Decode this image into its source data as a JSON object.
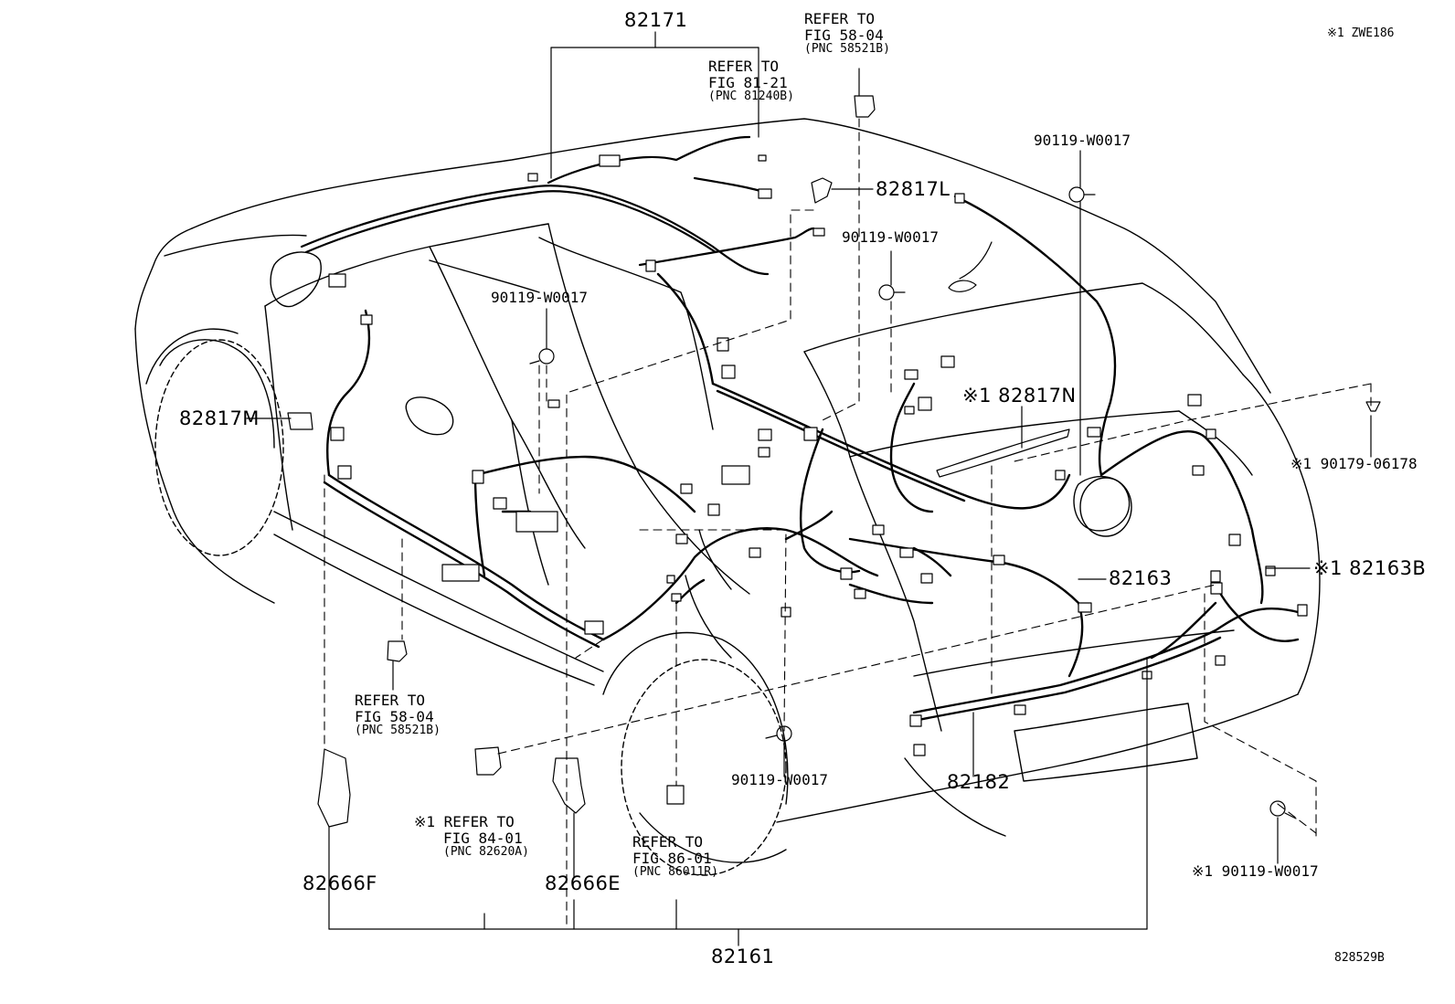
{
  "header": {
    "note_tr": "※1 ZWE186",
    "figure_id": "828529B"
  },
  "parts": {
    "p82171": "82171",
    "p82817L": "82817L",
    "p82817M": "82817M",
    "p82817N": "※1 82817N",
    "p90179": "※1 90179-06178",
    "p82163B": "※1 82163B",
    "p82163": "82163",
    "p82182": "82182",
    "p82666F": "82666F",
    "p82666E": "82666E",
    "p82161": "82161",
    "bolt_left": "90119-W0017",
    "bolt_center": "90119-W0017",
    "bolt_right_top": "90119-W0017",
    "bolt_front": "90119-W0017",
    "bolt_rear": "※1 90119-W0017"
  },
  "refs": {
    "fig8121": {
      "l1": "REFER TO",
      "l2": "FIG 81-21",
      "l3": "(PNC 81240B)"
    },
    "fig5804_top": {
      "l1": "REFER TO",
      "l2": "FIG 58-04",
      "l3": "(PNC 58521B)"
    },
    "fig5804_left": {
      "l1": "REFER TO",
      "l2": "FIG 58-04",
      "l3": "(PNC 58521B)"
    },
    "fig8401": {
      "l1": "※1 REFER TO",
      "l2": "FIG 84-01",
      "l3": "(PNC 82620A)"
    },
    "fig8601": {
      "l1": "REFER TO",
      "l2": "FIG 86-01",
      "l3": "(PNC 86011R)"
    }
  }
}
